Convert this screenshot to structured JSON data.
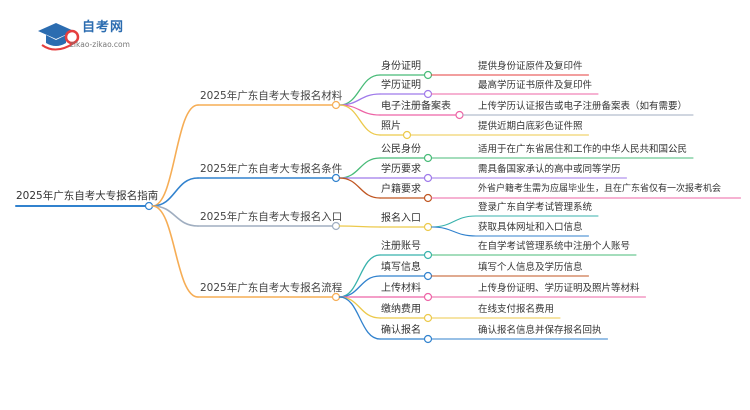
{
  "logo": {
    "title": "自考网",
    "url": "zikao-zikao.com",
    "brand_color": "#2b6cb0",
    "accent_color": "#e53e3e",
    "icon": "graduation-cap-icon"
  },
  "mindmap": {
    "root": "2025年广东自考大专报名指南",
    "branches": [
      {
        "label": "2025年广东自考大专报名材料",
        "color": "#f6ad55",
        "children": [
          {
            "label": "身份证明",
            "color": "#48bb78",
            "leaf": "提供身份证原件及复印件",
            "leaf_color": "#e53e3e"
          },
          {
            "label": "学历证明",
            "color": "#9f7aea",
            "leaf": "最高学历证书原件及复印件",
            "leaf_color": "#ed64a6"
          },
          {
            "label": "电子注册备案表",
            "color": "#ed64a6",
            "leaf": "上传学历认证报告或电子注册备案表（如有需要）",
            "leaf_color": "#a0aec0"
          },
          {
            "label": "照片",
            "color": "#ecc94b",
            "leaf": "提供近期白底彩色证件照",
            "leaf_color": "#ecc94b"
          }
        ]
      },
      {
        "label": "2025年广东自考大专报名条件",
        "color": "#3182ce",
        "children": [
          {
            "label": "公民身份",
            "color": "#48bb78",
            "leaf": "适用于在广东省居住和工作的中华人民共和国公民",
            "leaf_color": "#48bb78"
          },
          {
            "label": "学历要求",
            "color": "#9f7aea",
            "leaf": "需具备国家承认的高中或同等学历",
            "leaf_color": "#9f7aea"
          },
          {
            "label": "户籍要求",
            "color": "#c05621",
            "leaf": "外省户籍考生需为应届毕业生，且在广东省仅有一次报考机会",
            "leaf_color": "#ed64a6"
          }
        ]
      },
      {
        "label": "2025年广东自考大专报名入口",
        "color": "#a0aec0",
        "children": [
          {
            "label": "报名入口",
            "color": "#ecc94b",
            "leaves": [
              {
                "text": "登录广东自学考试管理系统",
                "color": "#38b2ac"
              },
              {
                "text": "获取具体网址和入口信息",
                "color": "#3182ce"
              }
            ]
          }
        ]
      },
      {
        "label": "2025年广东自考大专报名流程",
        "color": "#f6ad55",
        "children": [
          {
            "label": "注册账号",
            "color": "#38b2ac",
            "leaf": "在自学考试管理系统中注册个人账号",
            "leaf_color": "#48bb78"
          },
          {
            "label": "填写信息",
            "color": "#3182ce",
            "leaf": "填写个人信息及学历信息",
            "leaf_color": "#c05621"
          },
          {
            "label": "上传材料",
            "color": "#ed64a6",
            "leaf": "上传身份证明、学历证明及照片等材料",
            "leaf_color": "#ed64a6"
          },
          {
            "label": "缴纳费用",
            "color": "#ecc94b",
            "leaf": "在线支付报名费用",
            "leaf_color": "#ecc94b"
          },
          {
            "label": "确认报名",
            "color": "#3182ce",
            "leaf": "确认报名信息并保存报名回执",
            "leaf_color": "#3182ce"
          }
        ]
      }
    ]
  }
}
